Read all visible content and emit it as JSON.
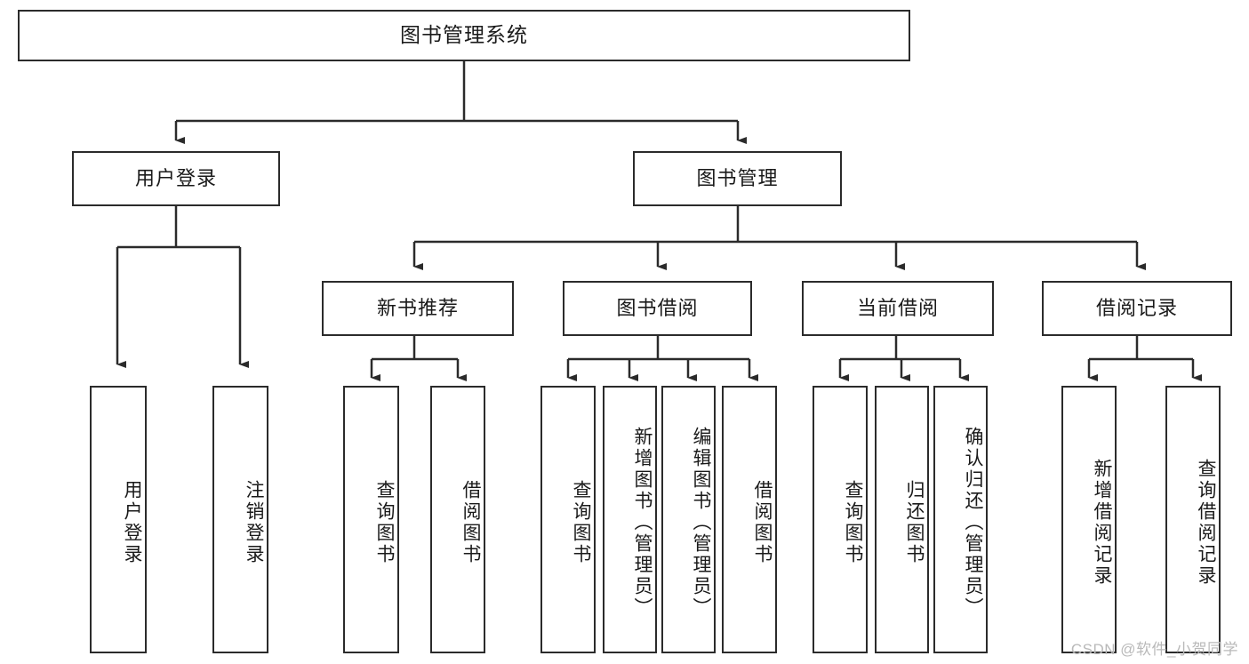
{
  "diagram": {
    "title": "图书管理系统",
    "type": "tree-hierarchy",
    "watermark": "CSDN @软件_小贺同学",
    "colors": {
      "box_border": "#2b2b2b",
      "box_fill": "#ffffff",
      "connector": "#2b2b2b",
      "text": "#1a1a1a",
      "watermark": "#b9b9b9"
    },
    "root": {
      "label": "图书管理系统"
    },
    "level1": [
      {
        "label": "用户登录"
      },
      {
        "label": "图书管理"
      }
    ],
    "level2": [
      {
        "label": "新书推荐"
      },
      {
        "label": "图书借阅"
      },
      {
        "label": "当前借阅"
      },
      {
        "label": "借阅记录"
      }
    ],
    "leaves": {
      "user_login": [
        {
          "label": "用户登录"
        },
        {
          "label": "注销登录"
        }
      ],
      "new_book_recommend": [
        {
          "label": "查询图书"
        },
        {
          "label": "借阅图书"
        }
      ],
      "book_borrow": [
        {
          "label": "查询图书"
        },
        {
          "label": "新增图书（管理员）"
        },
        {
          "label": "编辑图书（管理员）"
        },
        {
          "label": "借阅图书"
        }
      ],
      "current_borrow": [
        {
          "label": "查询图书"
        },
        {
          "label": "归还图书"
        },
        {
          "label": "确认归还（管理员）"
        }
      ],
      "borrow_record": [
        {
          "label": "新增借阅记录"
        },
        {
          "label": "查询借阅记录"
        }
      ]
    }
  }
}
